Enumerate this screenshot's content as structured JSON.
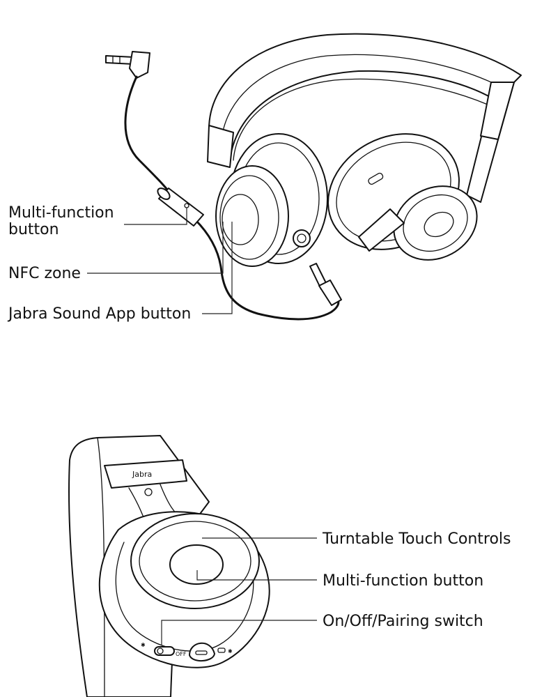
{
  "top_figure": {
    "labels": {
      "multi_function_button_line1": "Multi-function",
      "multi_function_button_line2": "button",
      "nfc_zone": "NFC zone",
      "jabra_sound_app_button": "Jabra Sound App button"
    }
  },
  "bottom_figure": {
    "brand_text": "Jabra",
    "off_marking": "OFF",
    "labels": {
      "turntable_touch_controls": "Turntable Touch Controls",
      "multi_function_button": "Multi-function button",
      "on_off_pairing_switch": "On/Off/Pairing switch"
    }
  },
  "colors": {
    "ink": "#111111",
    "background": "#ffffff"
  }
}
